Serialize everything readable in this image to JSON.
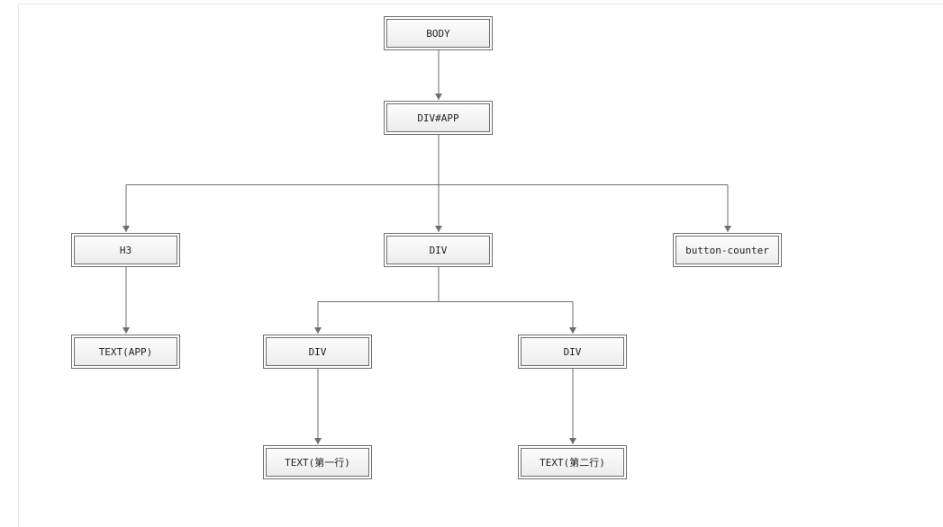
{
  "diagram": {
    "line_color": "#6e6e6e",
    "nodes": [
      {
        "id": "body",
        "label": "BODY"
      },
      {
        "id": "div-app",
        "label": "DIV#APP"
      },
      {
        "id": "h3",
        "label": "H3"
      },
      {
        "id": "div",
        "label": "DIV"
      },
      {
        "id": "button-counter",
        "label": "button-counter"
      },
      {
        "id": "text-app",
        "label": "TEXT(APP)"
      },
      {
        "id": "div-1",
        "label": "DIV"
      },
      {
        "id": "div-2",
        "label": "DIV"
      },
      {
        "id": "text-1",
        "label": "TEXT(第一行)"
      },
      {
        "id": "text-2",
        "label": "TEXT(第二行)"
      }
    ],
    "edges": [
      {
        "from": "body",
        "to": "div-app"
      },
      {
        "from": "div-app",
        "to": "h3"
      },
      {
        "from": "div-app",
        "to": "div"
      },
      {
        "from": "div-app",
        "to": "button-counter"
      },
      {
        "from": "h3",
        "to": "text-app"
      },
      {
        "from": "div",
        "to": "div-1"
      },
      {
        "from": "div",
        "to": "div-2"
      },
      {
        "from": "div-1",
        "to": "text-1"
      },
      {
        "from": "div-2",
        "to": "text-2"
      }
    ]
  }
}
